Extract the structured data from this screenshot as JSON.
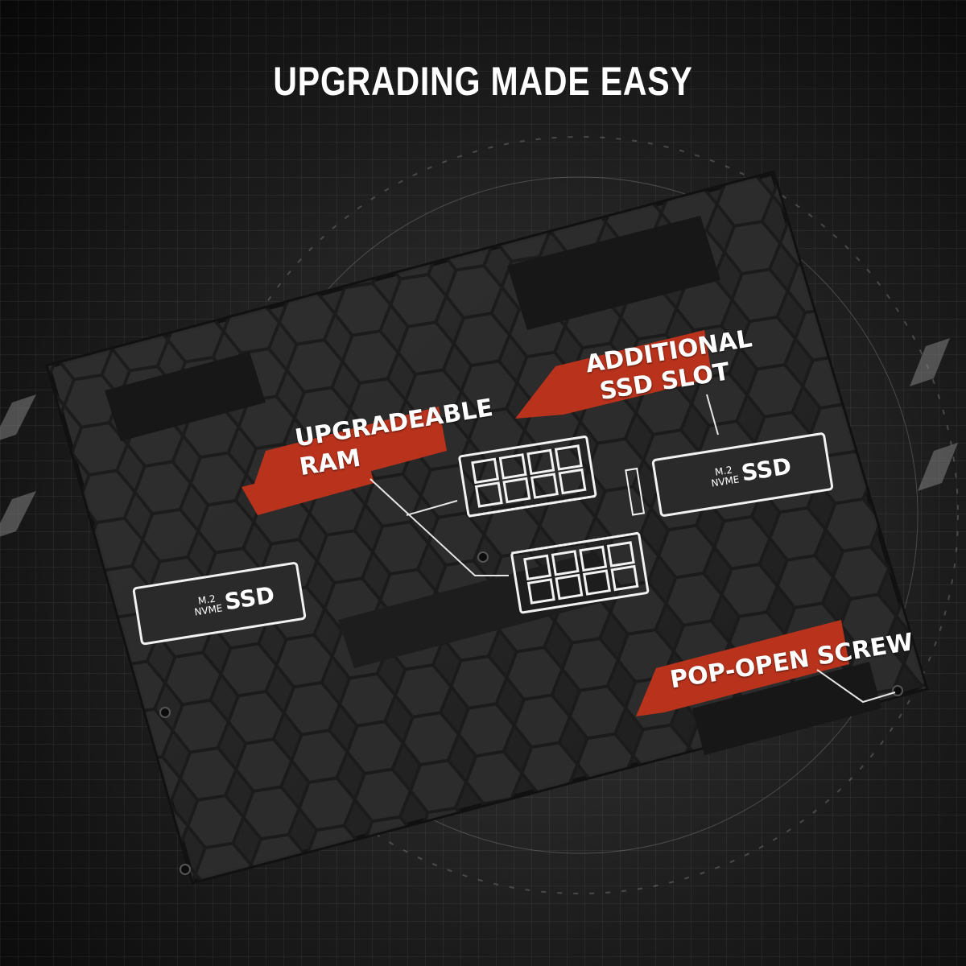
{
  "headline": "UPGRADING MADE EASY",
  "callouts": {
    "ram_line1": "UPGRADEABLE",
    "ram_line2": "RAM",
    "ssd_slot_line1": "ADDITIONAL",
    "ssd_slot_line2": "SSD SLOT",
    "screw": "POP-OPEN SCREW"
  },
  "ssd_cards": {
    "form_factor": "M.2",
    "interface": "NVME",
    "name": "SSD"
  },
  "colors": {
    "callout_red": "#b8321c",
    "outline_white": "#f2f2f2",
    "chassis": "#262626"
  }
}
